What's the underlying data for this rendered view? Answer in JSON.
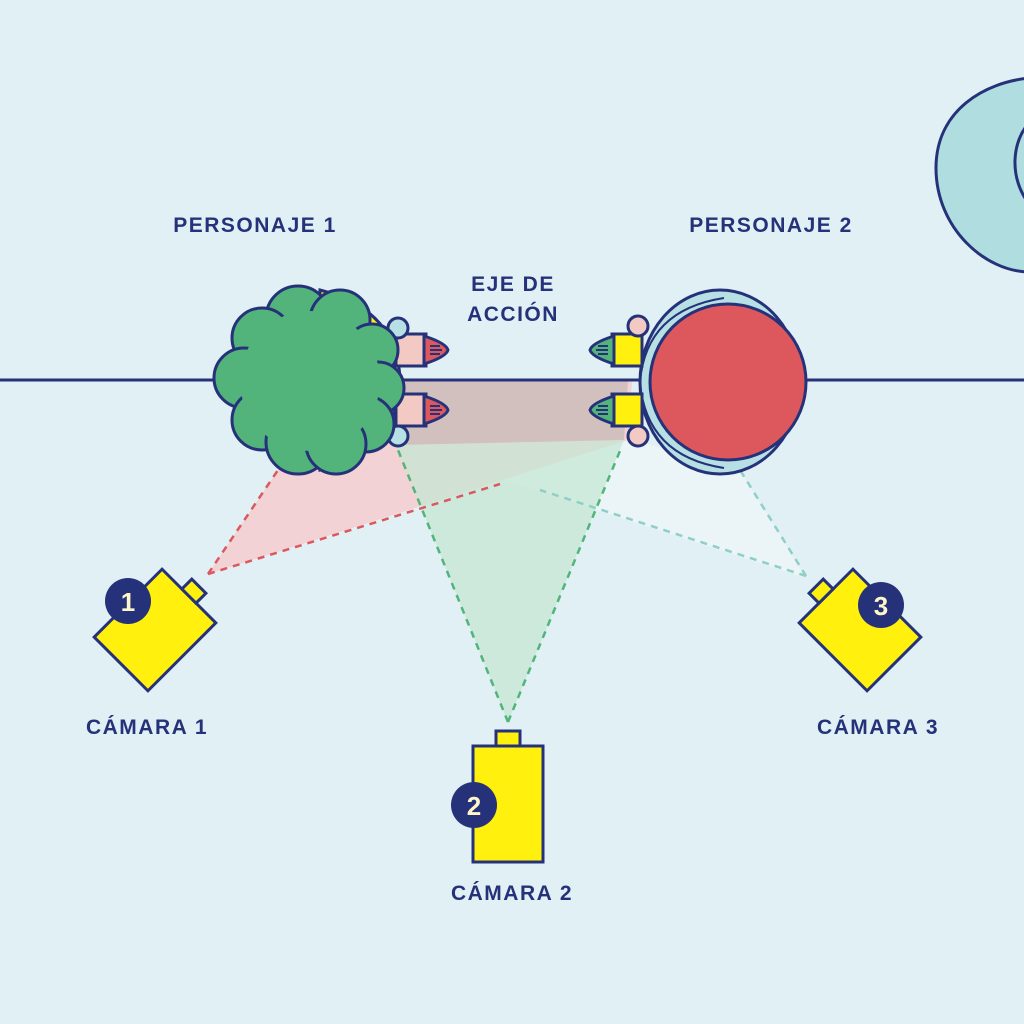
{
  "labels": {
    "character_1": "PERSONAJE 1",
    "character_2": "PERSONAJE 2",
    "axis_line1": "EJE DE",
    "axis_line2": "ACCIÓN",
    "camera_1": "CÁMARA 1",
    "camera_2": "CÁMARA 2",
    "camera_3": "CÁMARA 3"
  },
  "badges": {
    "camera_1": "1",
    "camera_2": "2",
    "camera_3": "3"
  },
  "colors": {
    "background": "#e1f0f4",
    "navy": "#25327a",
    "yellow": "#fff10d",
    "green": "#52b47b",
    "red": "#dc585d",
    "light_blue": "#b6e0e3",
    "skin": "#f2c9c3",
    "badge_text": "#fff6c8",
    "camera1_field": "#f4cccf",
    "camera2_field": "#cfe9dd",
    "camera3_field": "#ecf5f7"
  }
}
